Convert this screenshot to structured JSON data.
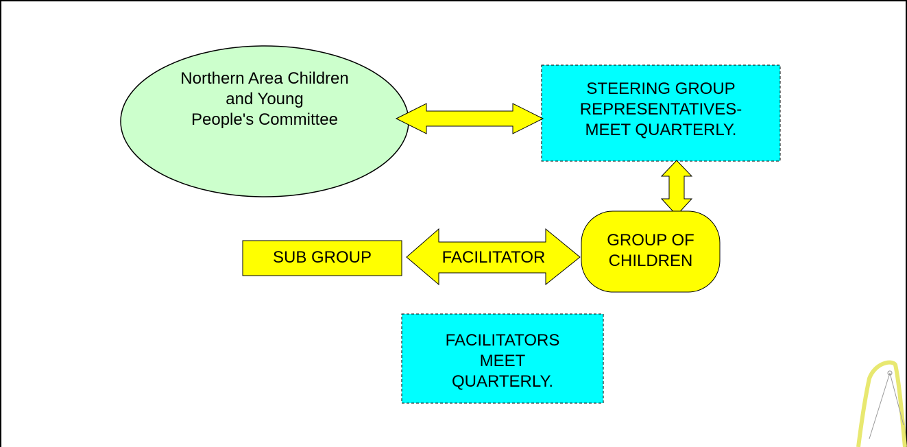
{
  "colors": {
    "ellipse_fill": "#ccffcc",
    "cyan_fill": "#00ffff",
    "yellow_fill": "#ffff00",
    "outline": "#000000",
    "decoration_stroke": "#e8e870"
  },
  "nodes": {
    "committee": {
      "lines": [
        "Northern Area Children",
        "and Young",
        "People's Committee"
      ]
    },
    "steering_group": {
      "lines": [
        "STEERING GROUP",
        "REPRESENTATIVES-",
        "MEET QUARTERLY."
      ]
    },
    "group_of_children": {
      "lines": [
        "GROUP OF",
        "CHILDREN"
      ]
    },
    "sub_group": {
      "label": "SUB GROUP"
    },
    "facilitator_arrow": {
      "label": "FACILITATOR"
    },
    "facilitators_meet": {
      "lines": [
        "FACILITATORS",
        "MEET",
        "QUARTERLY."
      ]
    }
  },
  "connectors": [
    {
      "from": "committee",
      "to": "steering_group",
      "type": "double-arrow"
    },
    {
      "from": "steering_group",
      "to": "group_of_children",
      "type": "double-arrow"
    },
    {
      "from": "sub_group",
      "to": "group_of_children",
      "type": "double-arrow",
      "label": "FACILITATOR"
    }
  ]
}
